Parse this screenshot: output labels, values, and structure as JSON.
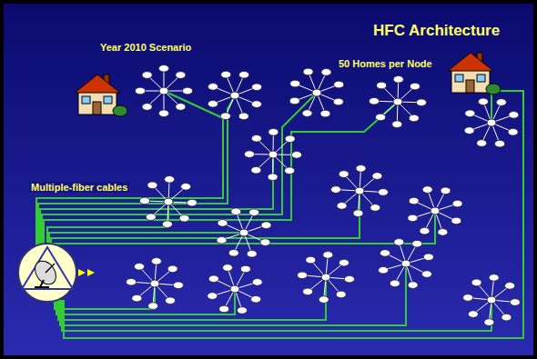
{
  "diagram": {
    "title": "HFC Architecture",
    "labels": [
      "Year 2010 Scenario",
      "50 Homes per Node",
      "Multiple-fiber cables"
    ]
  }
}
